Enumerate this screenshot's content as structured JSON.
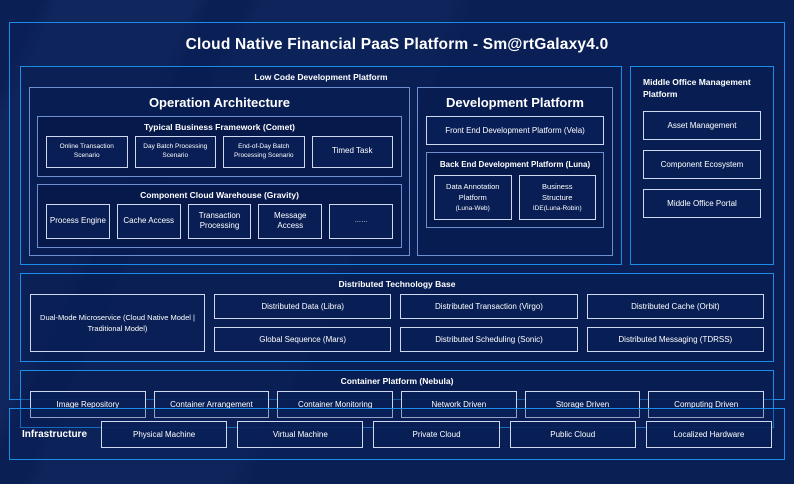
{
  "title": "Cloud Native Financial PaaS Platform - Sm@rtGalaxy4.0",
  "colors": {
    "background": "#0a1f54",
    "accent_border": "#1b8ce8",
    "panel_border": "#6f8fd0",
    "chip_border": "#cfd8ef",
    "text": "#ffffff"
  },
  "low_code": {
    "title": "Low Code Development Platform",
    "operation_architecture": {
      "title": "Operation Architecture",
      "typical_business_framework": {
        "title": "Typical Business Framework (Comet)",
        "items": [
          "Online Transaction Scenario",
          "Day Batch Processing Scenario",
          "End-of-Day Batch Processing Scenario",
          "Timed Task"
        ]
      },
      "component_cloud_warehouse": {
        "title": "Component Cloud Warehouse (Gravity)",
        "items": [
          "Process Engine",
          "Cache Access",
          "Transaction Processing",
          "Message Access",
          "……"
        ]
      }
    },
    "development_platform": {
      "title": "Development Platform",
      "front_end": "Front End Development Platform (Vela)",
      "back_end": {
        "title": "Back End Development Platform (Luna)",
        "items": [
          {
            "line1": "Data Annotation",
            "line2": "Platform",
            "line3": "(Luna-Web)"
          },
          {
            "line1": "Business",
            "line2": "Structure",
            "line3": "IDE(Luna-Robin)"
          }
        ]
      }
    }
  },
  "middle_office": {
    "title": "Middle Office Management Platform",
    "items": [
      "Asset Management",
      "Component Ecosystem",
      "Middle Office Portal"
    ]
  },
  "distributed_technology_base": {
    "title": "Distributed Technology Base",
    "highlight": "Dual-Mode Microservice (Cloud Native Model | Traditional Model)",
    "columns": [
      [
        "Distributed Data (Libra)",
        "Global Sequence (Mars)"
      ],
      [
        "Distributed Transaction (Virgo)",
        "Distributed Scheduling (Sonic)"
      ],
      [
        "Distributed Cache (Orbit)",
        "Distributed Messaging (TDRSS)"
      ]
    ]
  },
  "container_platform": {
    "title": "Container Platform (Nebula)",
    "items": [
      "Image Repository",
      "Container Arrangement",
      "Container Monitoring",
      "Network Driven",
      "Storage Driven",
      "Computing Driven"
    ]
  },
  "infrastructure": {
    "label": "Infrastructure",
    "items": [
      "Physical Machine",
      "Virtual Machine",
      "Private Cloud",
      "Public Cloud",
      "Localized Hardware"
    ]
  }
}
